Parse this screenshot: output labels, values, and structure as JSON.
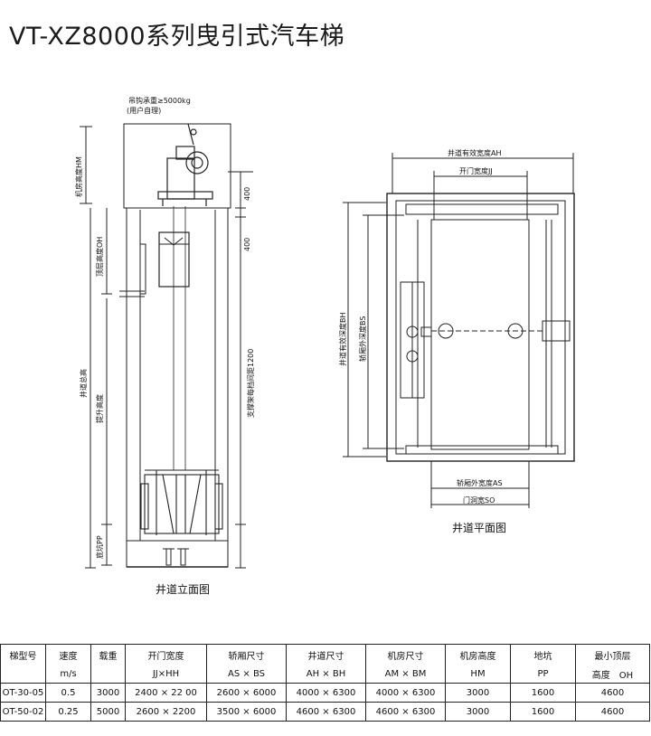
{
  "title": "VT-XZ8000系列曳引式汽车梯",
  "elevation": {
    "caption": "井道立面图",
    "note_line1": "吊钩承重≥5000kg",
    "note_line2": "(用户自理)",
    "label_hm": "机房高度HM",
    "label_oh": "顶层高度OH",
    "label_total": "井道总高",
    "label_travel": "提升高度",
    "label_pp": "底坑PP",
    "label_bracket": "支撑架每档间距1200",
    "dim_top": "400",
    "dim_second": "400"
  },
  "plan": {
    "caption": "井道平面图",
    "label_ah": "井道有效宽度AH",
    "label_jj": "开门宽度JJ",
    "label_bh": "井道有效深度BH",
    "label_bs": "轿厢外深度BS",
    "label_as": "轿厢外宽度AS",
    "label_so": "门洞宽SO"
  },
  "table": {
    "header_top": [
      "梯型号",
      "速度",
      "载重",
      "开门宽度",
      "轿厢尺寸",
      "井道尺寸",
      "机房尺寸",
      "机房高度",
      "地坑",
      "最小顶层"
    ],
    "header_sub": [
      "",
      "m/s",
      "",
      "JJ×HH",
      "AS × BS",
      "AH × BH",
      "AM × BM",
      "HM",
      "PP",
      "高度　OH"
    ],
    "rows": [
      [
        "OT-30-05",
        "0.5",
        "3000",
        "2400 × 22 00",
        "2600 × 6000",
        "4000 × 6300",
        "4000 × 6300",
        "3000",
        "1600",
        "4600"
      ],
      [
        "OT-50-02",
        "0.25",
        "5000",
        "2600 × 2200",
        "3500 × 6000",
        "4600 × 6300",
        "4600 × 6300",
        "3000",
        "1600",
        "4600"
      ]
    ]
  }
}
